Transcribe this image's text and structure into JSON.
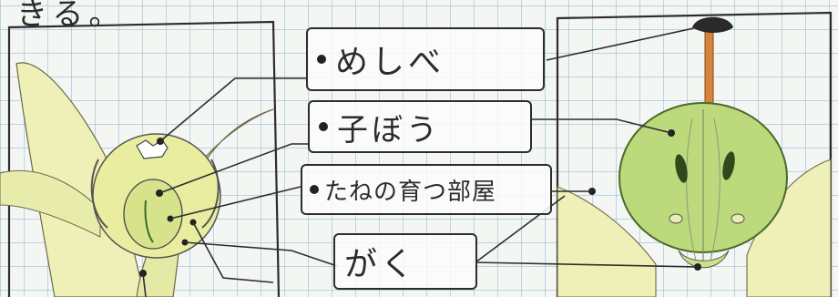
{
  "top_fragment": "きる。",
  "labels": {
    "pistil": "めしべ",
    "ovary": "子ぼう",
    "seed_room": "たねの育つ部屋",
    "sepal": "がく"
  },
  "colors": {
    "ink": "#2b2b2b",
    "grid": "#78aac8",
    "flower_yellow": "#e8ec9a",
    "fruit_green": "#b9d77a",
    "style_orange": "#d9823a"
  }
}
